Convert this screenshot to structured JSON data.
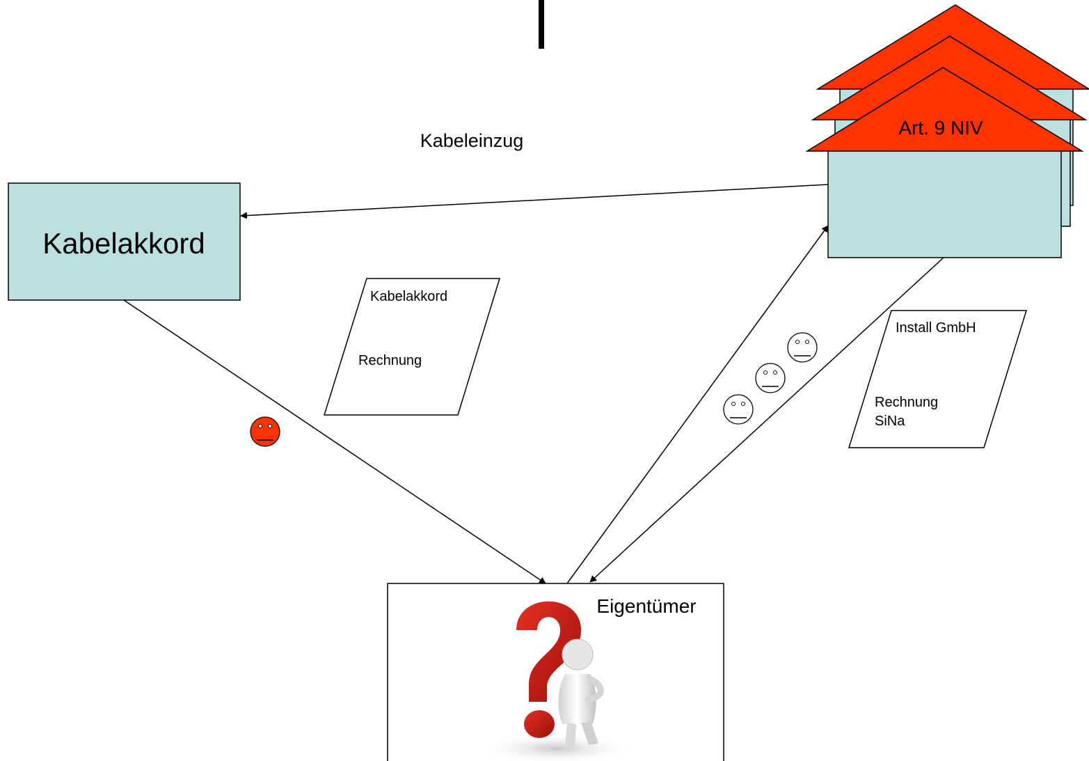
{
  "colors": {
    "box_fill": "#bce0e0",
    "roof_fill": "#ff3300",
    "red_face": "#ff3300",
    "line": "#000000"
  },
  "labels": {
    "cable_pull": "Kabeleinzug",
    "contractor_box": "Kabelakkord",
    "building_roof": "Art. 9 NIV",
    "owner": "Eigentümer"
  },
  "doc_contractor": {
    "line1": "Kabelakkord",
    "line2": "Rechnung"
  },
  "doc_installer": {
    "line1": "Install GmbH",
    "line2": "Rechnung",
    "line3": "SiNa"
  },
  "icons": {
    "owner_figure": "question-mark-person-icon",
    "contractor_mood": "neutral-face-icon",
    "installer_mood": "neutral-face-icon"
  },
  "installer_face_count": 3
}
